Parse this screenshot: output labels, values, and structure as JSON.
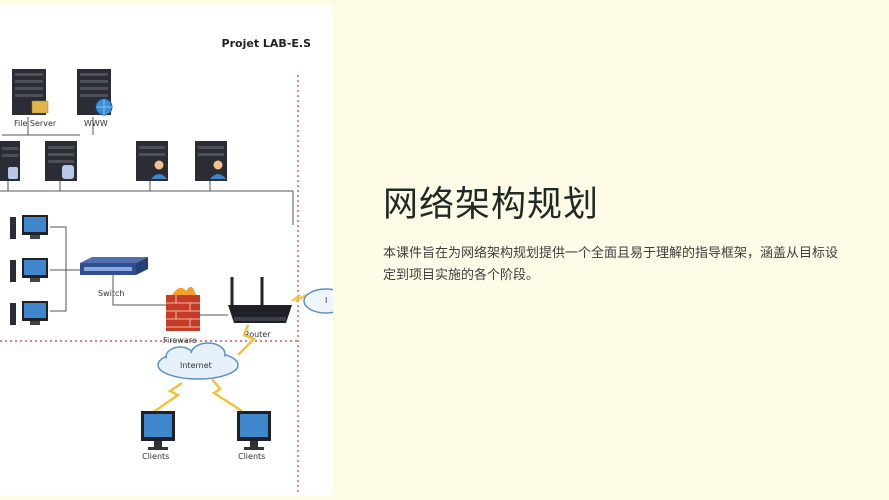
{
  "diagram": {
    "title": "Projet LAB-E.S",
    "labels": {
      "file_server": "File Server",
      "www": "WWW",
      "switch": "Switch",
      "firewall": "Fireware",
      "router": "Router",
      "internet": "Internet",
      "clients_1": "Clients",
      "clients_2": "Clients",
      "cut_internet": "I"
    }
  },
  "slide": {
    "heading": "网络架构规划",
    "description": "本课件旨在为网络架构规划提供一个全面且易于理解的指导框架，涵盖从目标设定到项目实施的各个阶段。"
  }
}
